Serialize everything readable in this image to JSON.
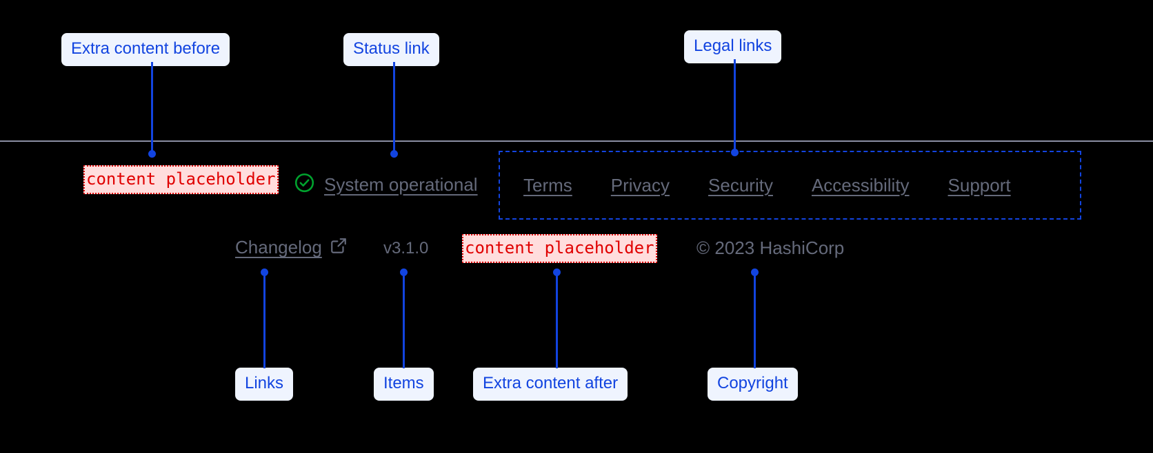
{
  "annotations": {
    "extra_before": "Extra content before",
    "status_link": "Status link",
    "legal_links": "Legal links",
    "links": "Links",
    "items": "Items",
    "extra_after": "Extra content after",
    "copyright": "Copyright"
  },
  "colors": {
    "accent": "#1244e0",
    "callout_bg": "#eff4fe",
    "placeholder_text": "#e00000",
    "placeholder_bg": "#ffdddd",
    "muted_text": "#656a7b",
    "divider": "#8b8fa3",
    "status_ok": "#00a22e"
  },
  "footer": {
    "extra_before_slot": "content placeholder",
    "status": {
      "icon": "check-circle-icon",
      "label": "System operational"
    },
    "legal_links": [
      {
        "label": "Terms"
      },
      {
        "label": "Privacy"
      },
      {
        "label": "Security"
      },
      {
        "label": "Accessibility"
      },
      {
        "label": "Support"
      }
    ],
    "meta": {
      "changelog_label": "Changelog",
      "changelog_icon": "external-link-icon",
      "version": "v3.1.0",
      "extra_after_slot": "content placeholder",
      "copyright": "© 2023 HashiCorp"
    }
  }
}
